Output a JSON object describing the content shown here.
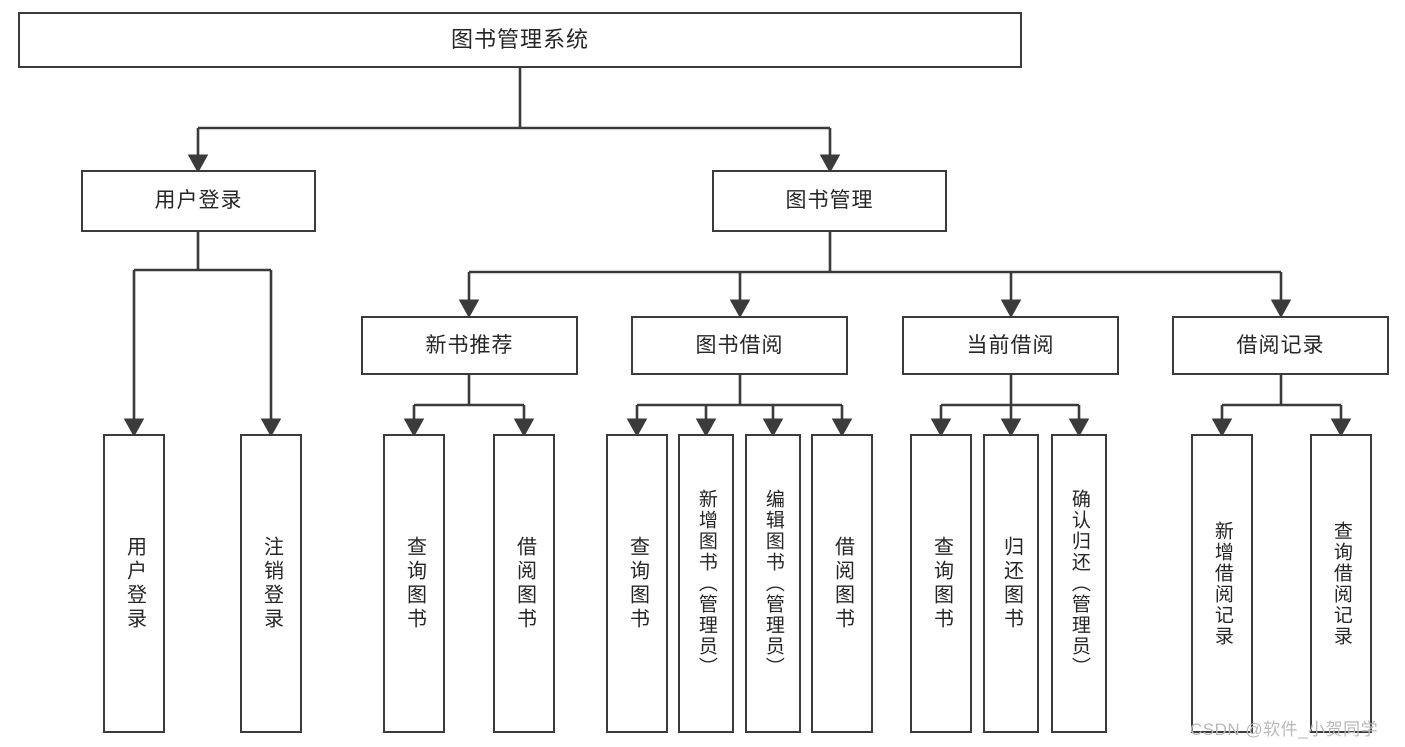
{
  "diagram": {
    "title": "图书管理系统",
    "type": "function-structure-tree",
    "colors": {
      "box_border": "#3b3b3b",
      "box_fill": "#ffffff",
      "edge": "#3b3b3b",
      "text": "#262626",
      "watermark": "#b9b9b9",
      "background": "#ffffff"
    },
    "watermark": "CSDN @软件_小贺同学",
    "levels": {
      "level1": [
        {
          "id": "root",
          "label": "图书管理系统"
        }
      ],
      "level2": [
        {
          "id": "user-login",
          "label": "用户登录"
        },
        {
          "id": "book-manage",
          "label": "图书管理"
        }
      ],
      "level3": [
        {
          "id": "new-book-recommend",
          "label": "新书推荐",
          "parent": "book-manage"
        },
        {
          "id": "book-borrow",
          "label": "图书借阅",
          "parent": "book-manage"
        },
        {
          "id": "current-borrow",
          "label": "当前借阅",
          "parent": "book-manage"
        },
        {
          "id": "borrow-record",
          "label": "借阅记录",
          "parent": "book-manage"
        }
      ],
      "level4": [
        {
          "id": "leaf-user-login",
          "label": "用户登录",
          "parent": "user-login"
        },
        {
          "id": "leaf-user-logout",
          "label": "注销登录",
          "parent": "user-login"
        },
        {
          "id": "leaf-query-book-rec",
          "label": "查询图书",
          "parent": "new-book-recommend"
        },
        {
          "id": "leaf-borrow-book-rec",
          "label": "借阅图书",
          "parent": "new-book-recommend"
        },
        {
          "id": "leaf-query-book-bor",
          "label": "查询图书",
          "parent": "book-borrow"
        },
        {
          "id": "leaf-add-book-admin",
          "label": "新增图书（管理员）",
          "parent": "book-borrow"
        },
        {
          "id": "leaf-edit-book-admin",
          "label": "编辑图书（管理员）",
          "parent": "book-borrow"
        },
        {
          "id": "leaf-borrow-book-bor",
          "label": "借阅图书",
          "parent": "book-borrow"
        },
        {
          "id": "leaf-query-book-cur",
          "label": "查询图书",
          "parent": "current-borrow"
        },
        {
          "id": "leaf-return-book",
          "label": "归还图书",
          "parent": "current-borrow"
        },
        {
          "id": "leaf-confirm-return-admin",
          "label": "确认归还（管理员）",
          "parent": "current-borrow"
        },
        {
          "id": "leaf-add-borrow-record",
          "label": "新增借阅记录",
          "parent": "borrow-record"
        },
        {
          "id": "leaf-query-borrow-record",
          "label": "查询借阅记录",
          "parent": "borrow-record"
        }
      ]
    }
  }
}
